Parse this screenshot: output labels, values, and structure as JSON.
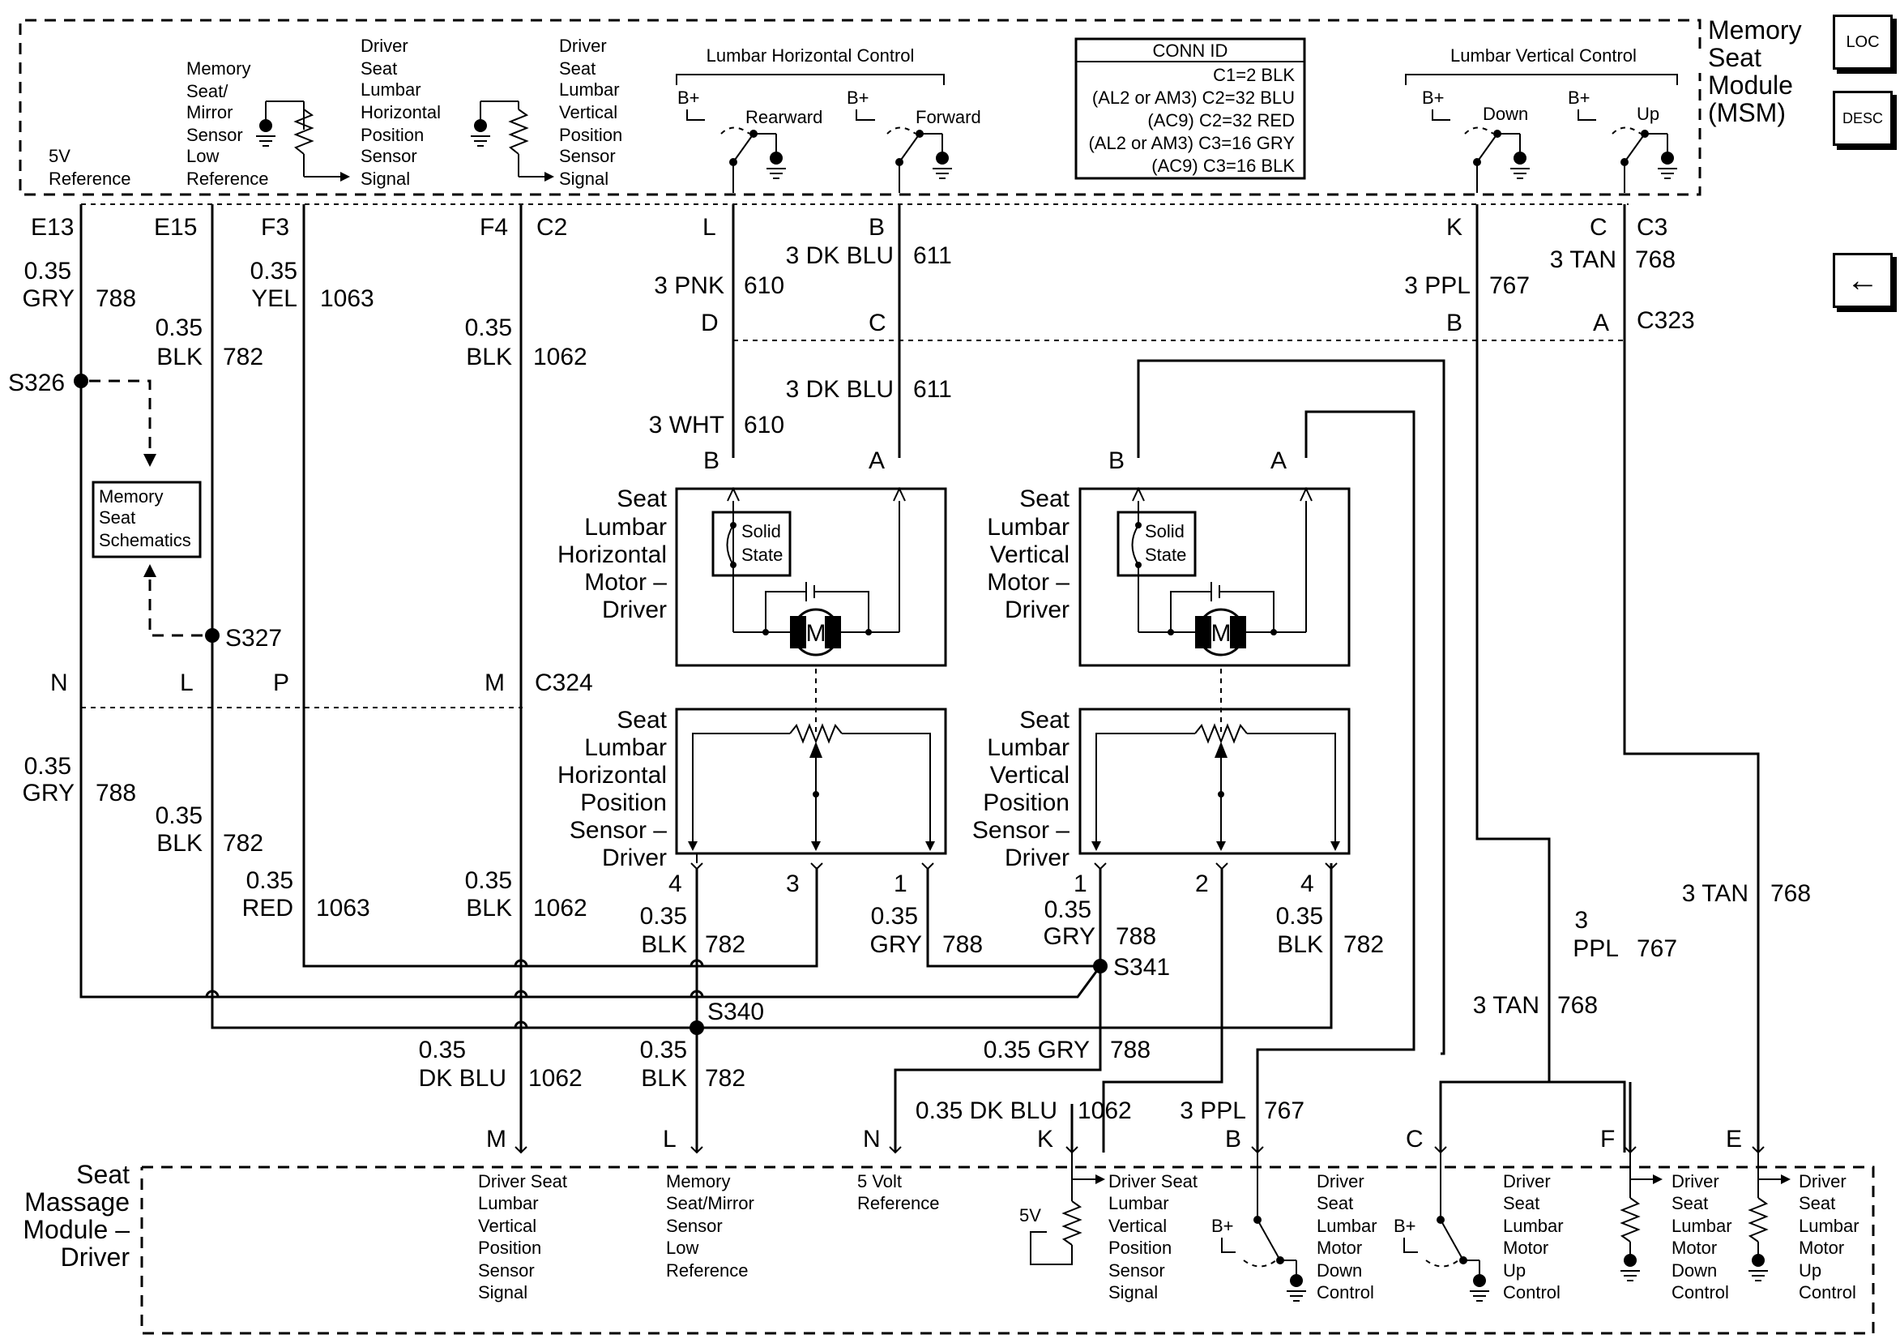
{
  "modules": {
    "msm": [
      "Memory",
      "Seat",
      "Module",
      "(MSM)"
    ],
    "massage": [
      "Seat",
      "Massage",
      "Module –",
      "Driver"
    ]
  },
  "toolbar": {
    "loc": "LOC",
    "desc": "DESC",
    "back": "←"
  },
  "conn_id": {
    "title": "CONN ID",
    "rows": [
      "C1=2 BLK",
      "(AL2 or AM3) C2=32 BLU",
      "(AC9) C2=32 RED",
      "(AL2 or AM3) C3=16 GRY",
      "(AC9) C3=16 BLK"
    ]
  },
  "msm_labels": {
    "ref5v": [
      "5V",
      "Reference"
    ],
    "low_ref": [
      "Memory",
      "Seat/",
      "Mirror",
      "Sensor",
      "Low",
      "Reference"
    ],
    "horiz_signal": [
      "Driver",
      "Seat",
      "Lumbar",
      "Horizontal",
      "Position",
      "Sensor",
      "Signal"
    ],
    "vert_signal": [
      "Driver",
      "Seat",
      "Lumbar",
      "Vertical",
      "Position",
      "Sensor",
      "Signal"
    ],
    "lumbar_h": "Lumbar Horizontal Control",
    "lumbar_v": "Lumbar Vertical Control",
    "rearward": "Rearward",
    "forward": "Forward",
    "down": "Down",
    "up": "Up",
    "bplus": "B+"
  },
  "pins_top": [
    "E13",
    "E15",
    "F3",
    "F4",
    "C2",
    "L",
    "B",
    "K",
    "C",
    "C3"
  ],
  "wires_top": {
    "w788a": [
      "0.35",
      "GRY",
      "788"
    ],
    "w782a": [
      "0.35",
      "BLK",
      "782"
    ],
    "w1063a": [
      "0.35",
      "YEL",
      "1063"
    ],
    "w1062a": [
      "0.35",
      "BLK",
      "1062"
    ],
    "w611a": "3 DK BLU",
    "w611a_n": "611",
    "w610a": "3 PNK",
    "w610a_n": "610",
    "w767a": "3 PPL",
    "w767a_n": "767",
    "w768a": "3 TAN",
    "w768a_n": "768",
    "w611b": "3 DK BLU",
    "w611b_n": "611",
    "w610b": "3 WHT",
    "w610b_n": "610"
  },
  "c323": {
    "pins": [
      "D",
      "C",
      "B",
      "A"
    ],
    "name": "C323"
  },
  "splices": [
    "S326",
    "S327",
    "S340",
    "S341"
  ],
  "memory_box": [
    "Memory",
    "Seat",
    "Schematics"
  ],
  "motors": {
    "horiz": [
      "Seat",
      "Lumbar",
      "Horizontal",
      "Motor –",
      "Driver"
    ],
    "vert": [
      "Seat",
      "Lumbar",
      "Vertical",
      "Motor –",
      "Driver"
    ],
    "pins": [
      "B",
      "A",
      "B",
      "A"
    ],
    "solid": [
      "Solid",
      "State"
    ],
    "m": "M"
  },
  "c324": {
    "pins": [
      "N",
      "L",
      "P",
      "M"
    ],
    "name": "C324"
  },
  "sensors": {
    "horiz": [
      "Seat",
      "Lumbar",
      "Horizontal",
      "Position",
      "Sensor –",
      "Driver"
    ],
    "vert": [
      "Seat",
      "Lumbar",
      "Vertical",
      "Position",
      "Sensor –",
      "Driver"
    ],
    "pins_h": [
      "4",
      "3",
      "1"
    ],
    "pins_v": [
      "1",
      "2",
      "4"
    ]
  },
  "wires_bottom": {
    "w788b": [
      "0.35",
      "GRY",
      "788"
    ],
    "w782b": [
      "0.35",
      "BLK",
      "782"
    ],
    "w1063b": [
      "0.35",
      "RED",
      "1063"
    ],
    "w1062b": [
      "0.35",
      "BLK",
      "1062"
    ],
    "w782c": [
      "0.35",
      "BLK",
      "782"
    ],
    "w788c": [
      "0.35",
      "GRY",
      "788"
    ],
    "w788d": [
      "0.35",
      "GRY",
      "788"
    ],
    "w782d": [
      "0.35",
      "BLK",
      "782"
    ],
    "w767b": [
      "3",
      "PPL",
      "767"
    ],
    "w768b": "3 TAN",
    "w768b_n": "768",
    "w768c": "3 TAN",
    "w768c_n": "768",
    "w1062c": [
      "0.35",
      "DK BLU",
      "1062"
    ],
    "w782e": [
      "0.35",
      "BLK",
      "782"
    ],
    "w788e": "0.35 GRY",
    "w788e_n": "788",
    "w1062d": "0.35 DK BLU",
    "w1062d_n": "1062",
    "w767c": "3 PPL",
    "w767c_n": "767"
  },
  "pins_bottom": [
    "M",
    "L",
    "N",
    "K",
    "B",
    "C",
    "F",
    "E"
  ],
  "massage_labels": {
    "vert_signal": [
      "Driver Seat",
      "Lumbar",
      "Vertical",
      "Position",
      "Sensor",
      "Signal"
    ],
    "low_ref": [
      "Memory",
      "Seat/Mirror",
      "Sensor",
      "Low",
      "Reference"
    ],
    "ref5v": [
      "5 Volt",
      "Reference"
    ],
    "k_signal": [
      "Driver Seat",
      "Lumbar",
      "Vertical",
      "Position",
      "Sensor",
      "Signal"
    ],
    "down_ctrl": [
      "Driver",
      "Seat",
      "Lumbar",
      "Motor",
      "Down",
      "Control"
    ],
    "up_ctrl": [
      "Driver",
      "Seat",
      "Lumbar",
      "Motor",
      "Up",
      "Control"
    ],
    "f_ctrl": [
      "Driver",
      "Seat",
      "Lumbar",
      "Motor",
      "Down",
      "Control"
    ],
    "e_ctrl": [
      "Driver",
      "Seat",
      "Lumbar",
      "Motor",
      "Up",
      "Control"
    ],
    "v5": "5V",
    "bplus": "B+"
  }
}
